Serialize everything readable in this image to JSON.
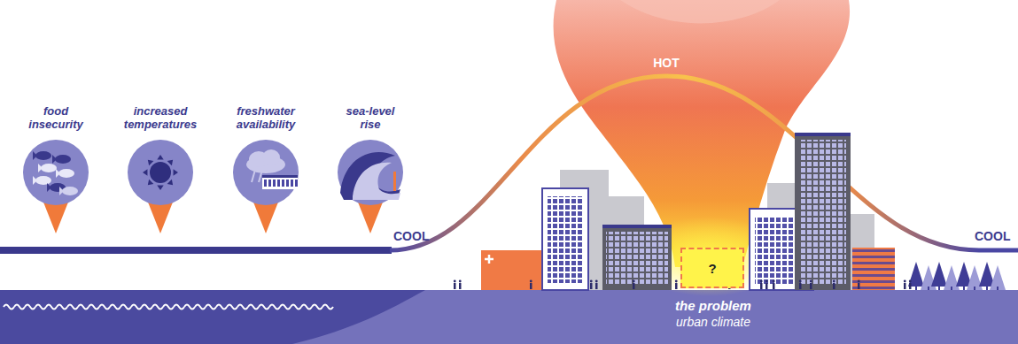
{
  "diagram": {
    "nodes": [
      {
        "text": [
          "food insecurity"
        ]
      },
      {
        "text": [
          "increased temperatures"
        ]
      },
      {
        "text": [
          "freshwater availability"
        ]
      },
      {
        "text": [
          "sea-level rise"
        ]
      },
      {
        "text": [
          "?"
        ]
      },
      {
        "text": [
          "the problem",
          "urban climate"
        ]
      }
    ],
    "labels": [
      "COOL",
      "HOT",
      "COOL"
    ]
  }
}
